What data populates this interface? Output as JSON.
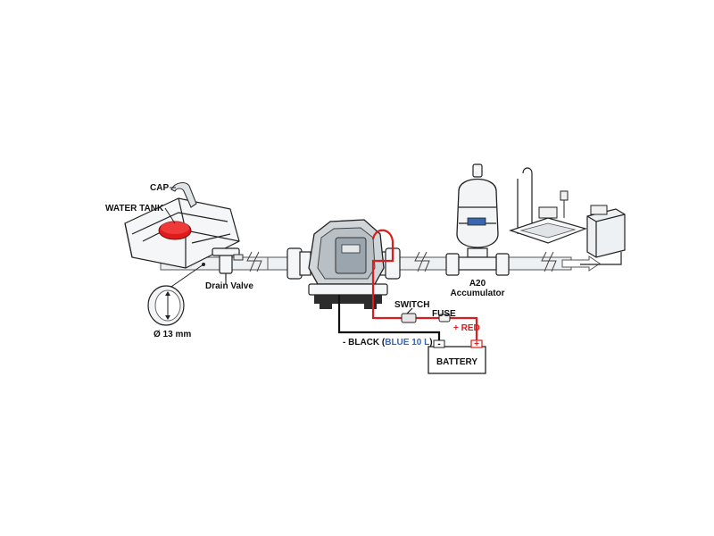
{
  "labels": {
    "cap": "CAP",
    "water_tank": "WATER TANK",
    "drain_valve": "Drain Valve",
    "diameter": "Ø 13 mm",
    "switch": "SWITCH",
    "fuse": "FUSE",
    "red_wire": "+ RED",
    "black_wire_prefix": "- BLACK (",
    "black_wire_blue": "BLUE 10 L",
    "black_wire_suffix": ")",
    "battery": "BATTERY",
    "battery_minus": "-",
    "battery_plus": "+",
    "accumulator_model": "A20",
    "accumulator": "Accumulator"
  },
  "colors": {
    "wire_red": "#d81e1e",
    "wire_black": "#111111",
    "cap_red": "#e01b1b",
    "accent_blue": "#3a66b0"
  }
}
